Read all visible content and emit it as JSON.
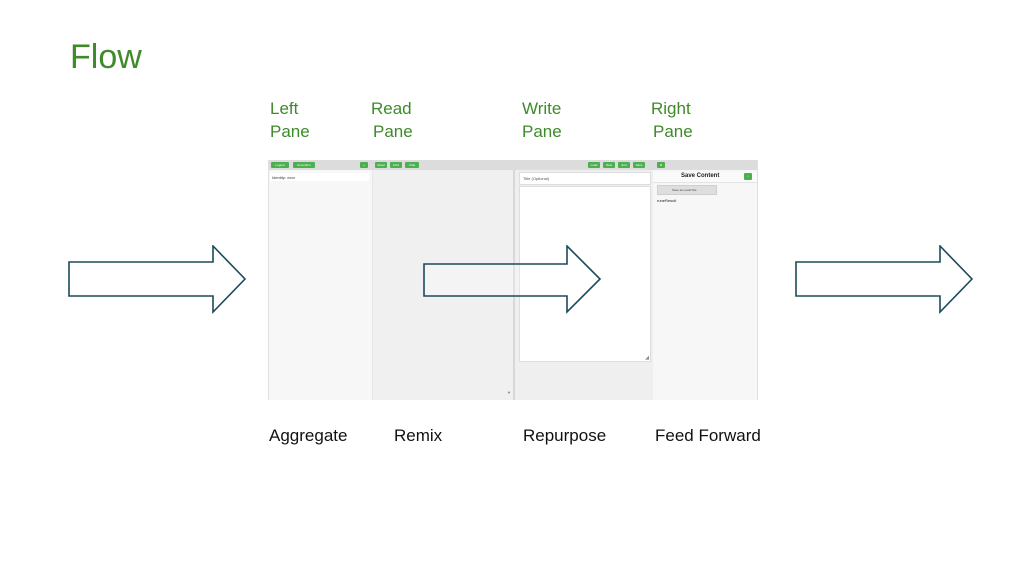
{
  "slide": {
    "title": "Flow"
  },
  "pane_labels": [
    {
      "line1": "Left",
      "line2": "Pane"
    },
    {
      "line1": "Read",
      "line2": "Pane"
    },
    {
      "line1": "Write",
      "line2": "Pane"
    },
    {
      "line1": "Right",
      "line2": "Pane"
    }
  ],
  "bottom_labels": [
    "Aggregate",
    "Remix",
    "Repurpose",
    "Feed Forward"
  ],
  "screenshot": {
    "left": {
      "buttons": [
        "Logout",
        "Unconfirm",
        "+"
      ],
      "identity": "Identity: xxxx"
    },
    "read": {
      "buttons": [
        "Read",
        "Find",
        "Chat"
      ]
    },
    "write": {
      "buttons": [
        "Load",
        "New",
        "Sort",
        "Save"
      ],
      "title_placeholder": "Title (Optional)"
    },
    "right": {
      "buttons": [
        "⊕",
        "↓"
      ],
      "header": "Save Content",
      "save_local": "Save as Local File",
      "result": "runeResult"
    }
  },
  "colors": {
    "accent": "#3f8a2a",
    "button": "#4caf50",
    "arrow_stroke": "#1b4a5a"
  }
}
